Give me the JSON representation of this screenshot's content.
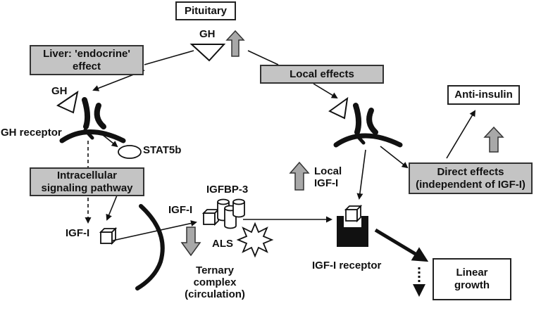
{
  "labels": {
    "pituitary": "Pituitary",
    "gh_top": "GH",
    "liver_line1": "Liver: 'endocrine'",
    "liver_line2": "effect",
    "local_effects": "Local effects",
    "anti_insulin": "Anti-insulin",
    "gh_left": "GH",
    "gh_receptor": "GH receptor",
    "stat5b": "STAT5b",
    "intracellular_line1": "Intracellular",
    "intracellular_line2": "signaling pathway",
    "igf1_left": "IGF-I",
    "igfbp3": "IGFBP-3",
    "igf1_mid": "IGF-I",
    "als": "ALS",
    "ternary_line1": "Ternary",
    "ternary_line2": "complex",
    "ternary_line3": "(circulation)",
    "local_igf_line1": "Local",
    "local_igf_line2": "IGF-I",
    "direct_line1": "Direct effects",
    "direct_line2": "(independent of IGF-I)",
    "igf1_receptor": "IGF-I receptor",
    "linear_line1": "Linear",
    "linear_line2": "growth"
  },
  "colors": {
    "box_fill": "#c4c4c4",
    "arrow_fill": "#a8a8a8",
    "ink": "#111111"
  }
}
